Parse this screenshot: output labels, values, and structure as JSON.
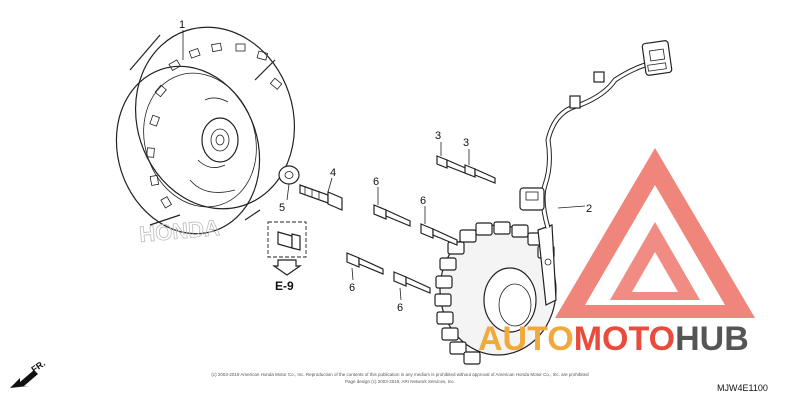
{
  "diagram": {
    "callouts": {
      "c1": "1",
      "c2": "2",
      "c3a": "3",
      "c3b": "3",
      "c4": "4",
      "c5": "5",
      "c6a": "6",
      "c6b": "6",
      "c6c": "6",
      "c6d": "6"
    },
    "reference": "E-9",
    "direction": "FR.",
    "diagram_code": "MJW4E1100",
    "copyright_line1": "(c) 2003-2019 American Honda Motor Co., Inc. Reproduction of the contents of this publication in any medium is prohibited without approval of American Honda Motor Co., Inc. are prohibited",
    "copyright_line2": "Page design (c) 2003-2019, ARI Network Services, Inc.",
    "rotor_stamp": "HONDA"
  },
  "watermark": {
    "brand_part1": "AUTO",
    "brand_part2": "MOTO",
    "brand_part3": "HUB",
    "color_orange": "#f2a93b",
    "color_red": "#e84c3d",
    "color_gray": "#555555"
  }
}
